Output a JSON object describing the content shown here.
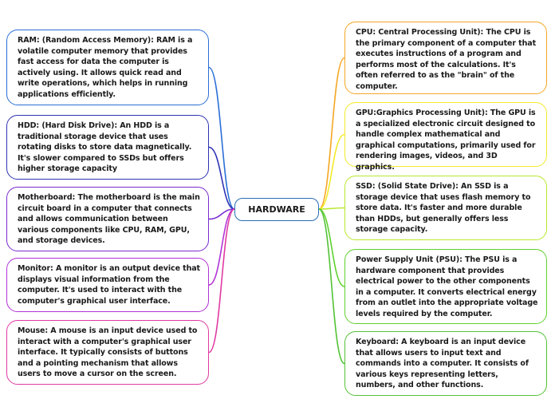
{
  "central": {
    "label": "HARDWARE",
    "color": "#2a6db5"
  },
  "nodes": [
    {
      "id": "ram",
      "text": "RAM: (Random Access Memory): RAM is a volatile computer memory that provides fast access for data the computer is actively using. It allows quick read and write operations, which helps in running applications efficiently.",
      "color": "#2a6fd6"
    },
    {
      "id": "hdd",
      "text": "HDD: (Hard Disk Drive): An HDD is a traditional storage device that uses rotating disks to store data magnetically. It's slower compared to SSDs but offers higher storage capacity",
      "color": "#2e33b3"
    },
    {
      "id": "motherboard",
      "text": "Motherboard: The motherboard is the main circuit board in a computer that connects and allows communication between various components like CPU, RAM, GPU, and storage devices.",
      "color": "#7a2bd0"
    },
    {
      "id": "monitor",
      "text": "Monitor: A monitor is an output device that displays visual information from the computer. It's used to interact with the computer's graphical user interface.",
      "color": "#b233d6"
    },
    {
      "id": "mouse",
      "text": "Mouse: A mouse is an input device used to interact with a computer's graphical user interface. It typically consists of buttons and a pointing mechanism that allows users to move a cursor on the screen.",
      "color": "#e03aa2"
    },
    {
      "id": "cpu",
      "text": "CPU: Central Processing Unit): The CPU is the primary component of a computer that executes instructions of a program and performs most of the calculations. It's often referred to as the \"brain\" of the computer.",
      "color": "#f5a623"
    },
    {
      "id": "gpu",
      "text": "GPU:Graphics Processing Unit): The GPU is a specialized electronic circuit designed to handle complex mathematical and graphical computations, primarily used for rendering images, videos, and 3D graphics.",
      "color": "#f2ea2c"
    },
    {
      "id": "ssd",
      "text": "SSD: (Solid State Drive): An SSD is a storage device that uses flash memory to store data. It's faster and more durable than HDDs, but generally offers less storage capacity.",
      "color": "#b8e82c"
    },
    {
      "id": "psu",
      "text": "Power Supply Unit (PSU): The PSU is a hardware component that provides electrical power to the other components in a computer. It converts electrical energy from an outlet into the appropriate voltage levels required by the computer.",
      "color": "#5fd12e"
    },
    {
      "id": "keyboard",
      "text": "Keyboard: A keyboard is an input device that allows users to input text and commands into a computer. It consists of various keys representing letters, numbers, and other functions.",
      "color": "#52c236"
    }
  ]
}
